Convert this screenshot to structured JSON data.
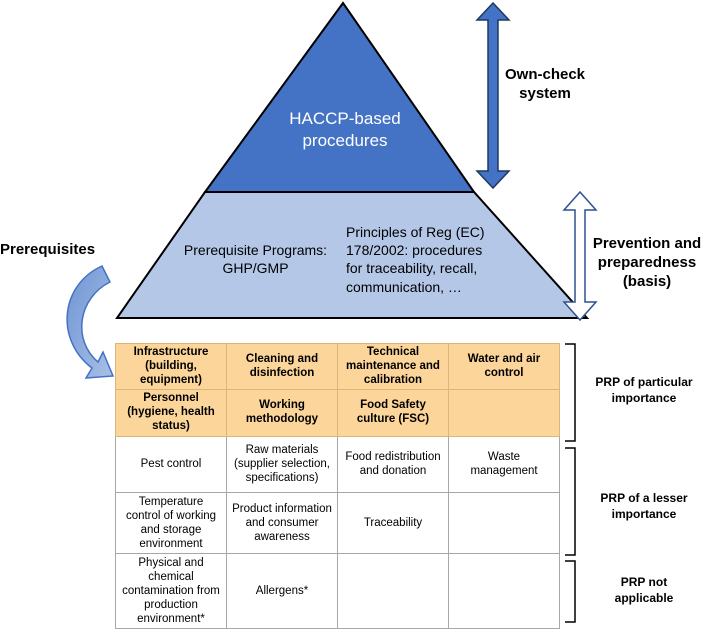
{
  "pyramid": {
    "top_label_line1": "HACCP-based",
    "top_label_line2": "procedures",
    "base_left_line1": "Prerequisite Programs:",
    "base_left_line2": "GHP/GMP",
    "base_right_line1": "Principles of Reg (EC)",
    "base_right_line2": "178/2002: procedures",
    "base_right_line3": "for traceability, recall,",
    "base_right_line4": "communication, …"
  },
  "right_labels": {
    "own_check_line1": "Own-check",
    "own_check_line2": "system",
    "prevention_line1": "Prevention and",
    "prevention_line2": "preparedness",
    "prevention_line3": "(basis)"
  },
  "left_label": "Prerequisites",
  "table": {
    "row1": [
      "Infrastructure (building, equipment)",
      "Cleaning and disinfection",
      "Technical maintenance and calibration",
      "Water and air control"
    ],
    "row2": [
      "Personnel (hygiene, health status)",
      "Working methodology",
      "Food Safety culture (FSC)",
      ""
    ],
    "row3": [
      "Pest control",
      "Raw materials (supplier selection, specifications)",
      "Food redistribution and donation",
      "Waste management"
    ],
    "row4": [
      "Temperature control of working and storage environment",
      "Product information and consumer awareness",
      "Traceability",
      ""
    ],
    "row5": [
      "Physical and chemical contamination from production environment*",
      "Allergens*",
      "",
      ""
    ]
  },
  "brackets": {
    "particular_line1": "PRP of particular",
    "particular_line2": "importance",
    "lesser_line1": "PRP of a lesser",
    "lesser_line2": "importance",
    "not_applicable_line1": "PRP not",
    "not_applicable_line2": "applicable"
  },
  "colors": {
    "pyramid_top": "#4472c4",
    "pyramid_base": "#b4c7e7",
    "outline": "#000000",
    "arrow_fill": "#4472c4",
    "table_highlight": "#fcd59a"
  }
}
